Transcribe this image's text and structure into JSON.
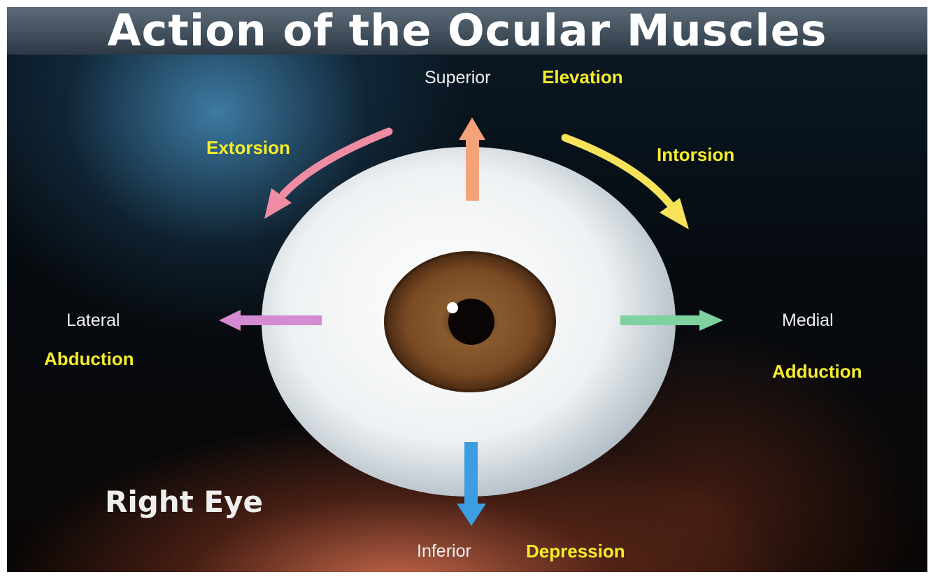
{
  "title": "Action of the Ocular Muscles",
  "subject_label": "Right Eye",
  "directions": {
    "superior": "Superior",
    "inferior": "Inferior",
    "lateral": "Lateral",
    "medial": "Medial"
  },
  "actions": {
    "elevation": "Elevation",
    "depression": "Depression",
    "abduction": "Abduction",
    "adduction": "Adduction",
    "extorsion": "Extorsion",
    "intorsion": "Intorsion"
  },
  "colors": {
    "elevation_arrow": "#f4a27a",
    "depression_arrow": "#3c9ee0",
    "abduction_arrow": "#d48bd2",
    "adduction_arrow": "#7fd1a0",
    "extorsion_arrow": "#ee8ca4",
    "intorsion_arrow": "#f7e35a",
    "action_text": "#f6ee2a",
    "iris": "#7a4a24"
  }
}
